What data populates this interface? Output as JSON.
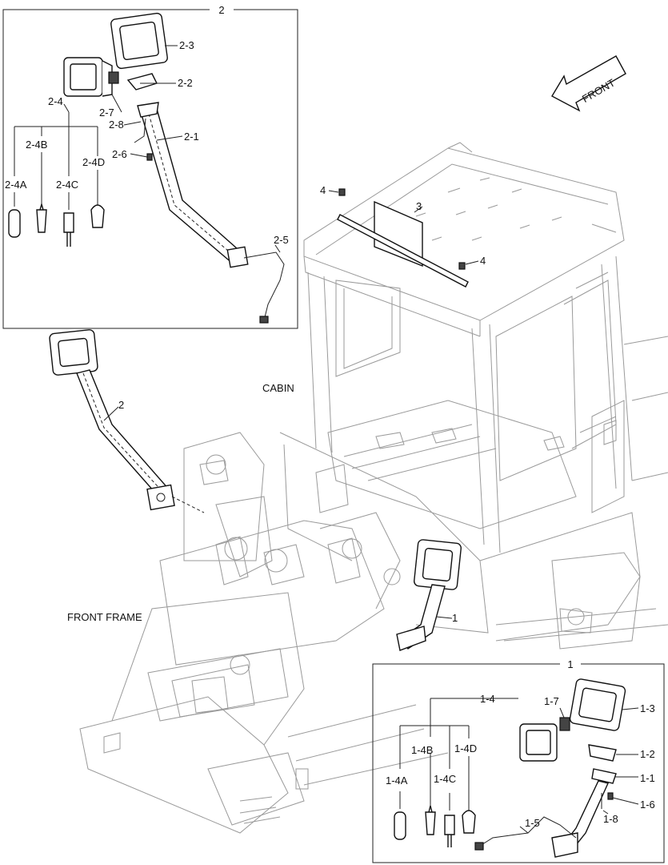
{
  "detail_2": {
    "title": "2",
    "labels": {
      "p2_1": "2-1",
      "p2_2": "2-2",
      "p2_3": "2-3",
      "p2_4": "2-4",
      "p2_4a": "2-4A",
      "p2_4b": "2-4B",
      "p2_4c": "2-4C",
      "p2_4d": "2-4D",
      "p2_5": "2-5",
      "p2_6": "2-6",
      "p2_7": "2-7",
      "p2_8": "2-8"
    }
  },
  "detail_1": {
    "title": "1",
    "labels": {
      "p1_1": "1-1",
      "p1_2": "1-2",
      "p1_3": "1-3",
      "p1_4": "1-4",
      "p1_4a": "1-4A",
      "p1_4b": "1-4B",
      "p1_4c": "1-4C",
      "p1_4d": "1-4D",
      "p1_5": "1-5",
      "p1_6": "1-6",
      "p1_7": "1-7",
      "p1_8": "1-8"
    }
  },
  "main": {
    "front": "FRONT",
    "cabin": "CABIN",
    "front_frame": "FRONT FRAME",
    "part_1": "1",
    "part_2": "2",
    "part_3": "3",
    "part_4_top": "4",
    "part_4_right": "4"
  }
}
